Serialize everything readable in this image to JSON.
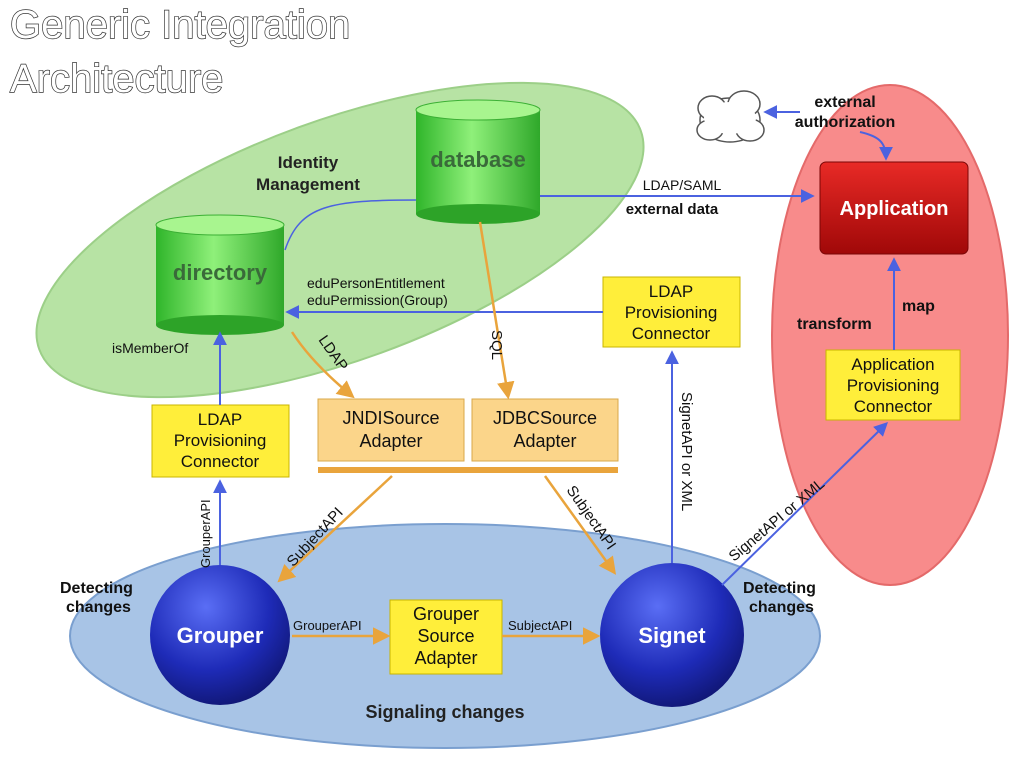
{
  "title": {
    "line1": "Generic Integration",
    "line2": "Architecture"
  },
  "regions": {
    "identity_management": {
      "label_line1": "Identity",
      "label_line2": "Management"
    },
    "signaling": {
      "label": "Signaling changes"
    },
    "application_zone": {}
  },
  "nodes": {
    "database": "database",
    "directory": "directory",
    "application": "Application",
    "cloud_label_line1": "external",
    "cloud_label_line2": "authorization",
    "ldap_conn_top": [
      "LDAP",
      "Provisioning",
      "Connector"
    ],
    "ldap_conn_left": [
      "LDAP",
      "Provisioning",
      "Connector"
    ],
    "jndi": [
      "JNDISource",
      "Adapter"
    ],
    "jdbc": [
      "JDBCSource",
      "Adapter"
    ],
    "app_conn": [
      "Application",
      "Provisioning",
      "Connector"
    ],
    "grouper_source": [
      "Grouper",
      "Source",
      "Adapter"
    ],
    "grouper": "Grouper",
    "signet": "Signet"
  },
  "edge_labels": {
    "ldap_saml": "LDAP/SAML",
    "external_data": "external data",
    "edu_line1": "eduPersonEntitlement",
    "edu_line2": "eduPermission(Group)",
    "is_member_of": "isMemberOf",
    "ldap": "LDAP",
    "sql": "SQL",
    "grouper_api_vertical": "GrouperAPI",
    "subject_api_left": "SubjectAPI",
    "subject_api_right": "SubjectAPI",
    "signet_api_xml_vertical": "SignetAPI or XML",
    "signet_api_xml_diag": "SignetAPI or XML",
    "grouper_api_horizontal": "GrouperAPI",
    "subject_api_horizontal": "SubjectAPI",
    "transform": "transform",
    "map": "map",
    "detecting_left_1": "Detecting",
    "detecting_left_2": "changes",
    "detecting_right_1": "Detecting",
    "detecting_right_2": "changes"
  },
  "colors": {
    "green_region": "#b7e3a4",
    "blue_region": "#a8c4e6",
    "red_region": "#f88b8b",
    "yellow_box": "#ffee3a",
    "adapter_box": "#fbd58a",
    "arrow_blue": "#4b62e0",
    "arrow_orange": "#e9a43c",
    "sphere_blue": "#1e2bb8",
    "app_red": "#c4100f"
  }
}
